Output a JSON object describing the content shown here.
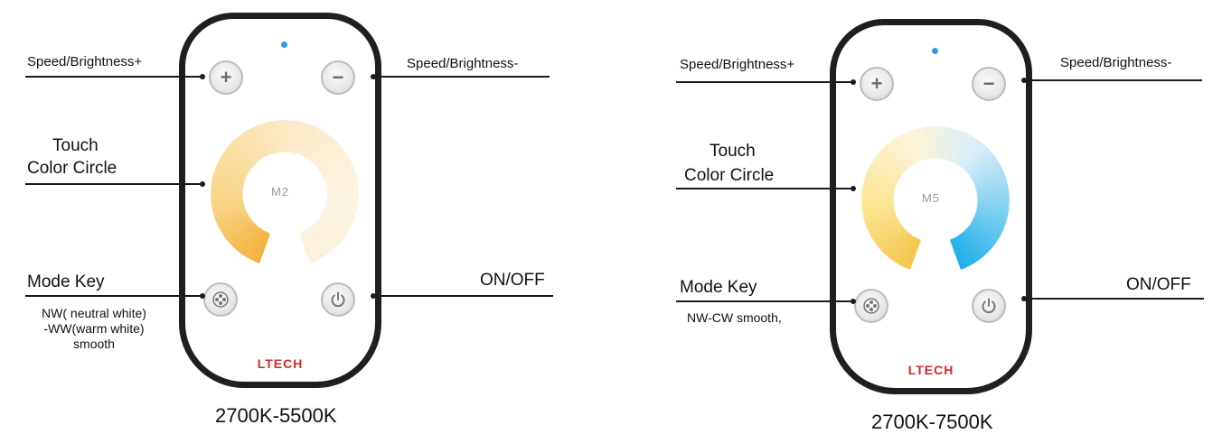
{
  "panels": [
    {
      "model_label": "M2",
      "brand": "LTECH",
      "labels": {
        "speed_up": "Speed/Brightness+",
        "speed_down": "Speed/Brightness-",
        "touch_1": "Touch",
        "touch_2": "Color Circle",
        "mode_key": "Mode Key",
        "on_off": "ON/OFF",
        "mode_note_1": "NW( neutral white)",
        "mode_note_2": "-WW(warm white)",
        "mode_note_3": "smooth"
      },
      "caption": "2700K-5500K"
    },
    {
      "model_label": "M5",
      "brand": "LTECH",
      "labels": {
        "speed_up": "Speed/Brightness+",
        "speed_down": "Speed/Brightness-",
        "touch_1": "Touch",
        "touch_2": "Color Circle",
        "mode_key": "Mode Key",
        "on_off": "ON/OFF",
        "mode_note_1": "NW-CW smooth,"
      },
      "caption": "2700K-7500K"
    }
  ],
  "icons": {
    "plus": "plus-icon",
    "minus": "minus-icon",
    "mode": "mode-dots-icon",
    "power": "power-icon",
    "indicator": "led-indicator"
  },
  "colors": {
    "brand_red": "#d62828",
    "led_blue": "#2a9ee0",
    "warm_orange": "#f3b140",
    "cool_blue": "#1fb0ea"
  }
}
